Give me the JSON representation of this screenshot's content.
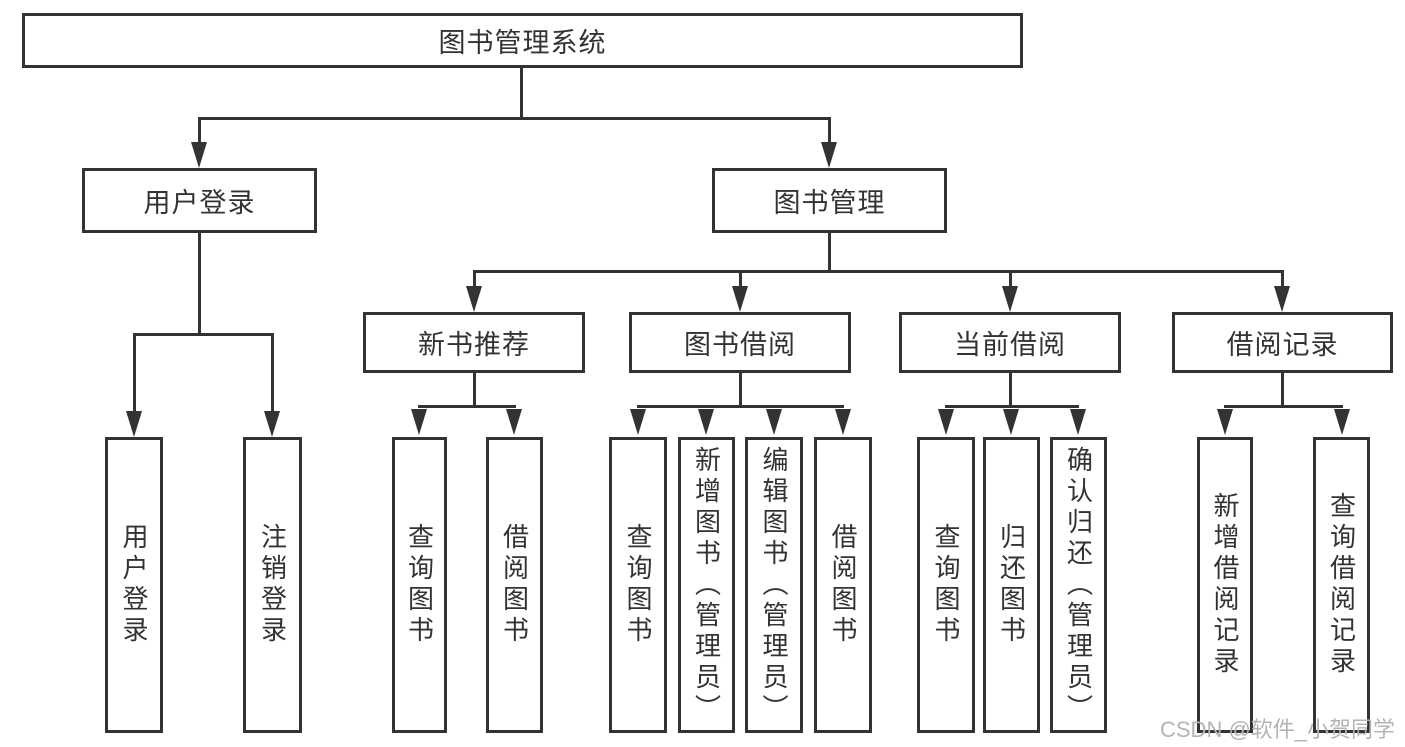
{
  "nodes": {
    "root": {
      "label": "图书管理系统"
    },
    "user_login": {
      "label": "用户登录"
    },
    "book_mgmt": {
      "label": "图书管理"
    },
    "new_book_rec": {
      "label": "新书推荐"
    },
    "book_borrow": {
      "label": "图书借阅"
    },
    "current_borrow": {
      "label": "当前借阅"
    },
    "borrow_record": {
      "label": "借阅记录"
    },
    "ul_user_login": {
      "label": "用户登录"
    },
    "ul_logout": {
      "label": "注销登录"
    },
    "nb_query_book": {
      "label": "查询图书"
    },
    "nb_borrow_book": {
      "label": "借阅图书"
    },
    "bb_query_book": {
      "label": "查询图书"
    },
    "bb_add_book": {
      "label": "新增图书（管理员）"
    },
    "bb_edit_book": {
      "label": "编辑图书（管理员）"
    },
    "bb_borrow_book": {
      "label": "借阅图书"
    },
    "cb_query_book": {
      "label": "查询图书"
    },
    "cb_return_book": {
      "label": "归还图书"
    },
    "cb_confirm_return": {
      "label": "确认归还（管理员）"
    },
    "br_add_record": {
      "label": "新增借阅记录"
    },
    "br_query_record": {
      "label": "查询借阅记录"
    }
  },
  "watermark": {
    "text": "CSDN @软件_小贺同学"
  },
  "colors": {
    "line": "#333333",
    "text": "#333333",
    "background": "#ffffff",
    "watermark": "#b4b4b8"
  }
}
